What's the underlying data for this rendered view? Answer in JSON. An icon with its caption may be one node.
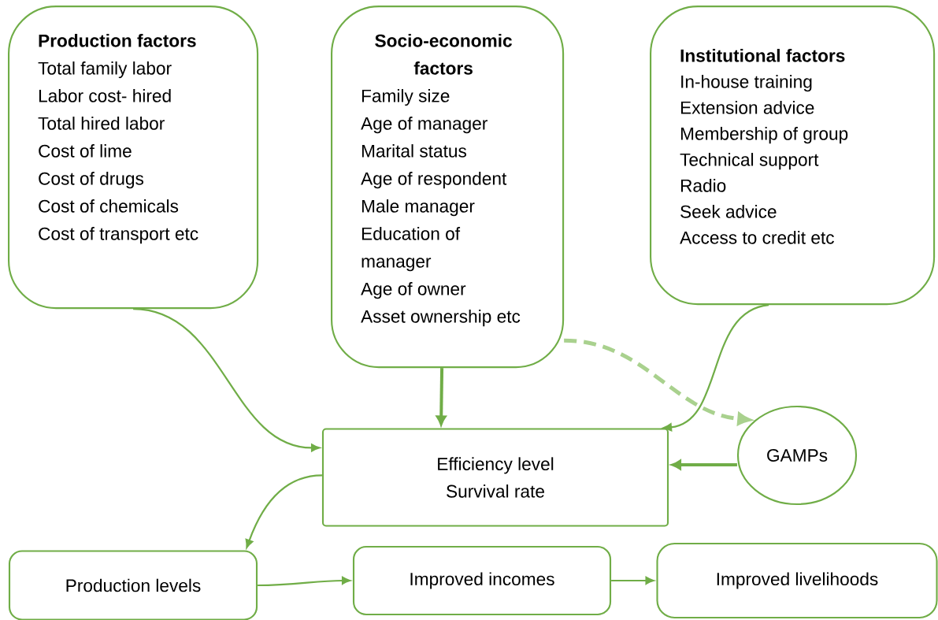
{
  "diagram": {
    "nodes": [
      {
        "text": [
          "Production factors",
          "Total family labor",
          "Labor cost- hired",
          "Total hired labor",
          "Cost of lime",
          "Cost of drugs",
          "Cost of chemicals",
          "Cost of transport etc"
        ]
      },
      {
        "text": [
          "Socio-economic factors",
          "Family size",
          "Age of manager",
          "Marital status",
          "Age of respondent",
          "Male manager",
          "Education of manager",
          "Age of owner",
          "Asset ownership etc"
        ]
      },
      {
        "text": [
          "Institutional factors",
          "In-house training",
          "Extension advice",
          "Membership of group",
          "Technical support",
          "Radio",
          "Seek advice",
          "Access to credit etc"
        ]
      },
      {
        "text": [
          "Efficiency level",
          "Survival rate"
        ]
      },
      {
        "text": [
          "GAMPs"
        ]
      },
      {
        "text": [
          "Production levels"
        ]
      },
      {
        "text": [
          "Improved incomes"
        ]
      },
      {
        "text": [
          "Improved livelihoods"
        ]
      }
    ],
    "edges": [
      {
        "from": 0,
        "to": 3,
        "arrow": "to"
      },
      {
        "from": 1,
        "to": 3,
        "arrow": "to",
        "style": "thick"
      },
      {
        "from": 1,
        "to": 4,
        "arrow": "to",
        "style": "dashed",
        "color": "#a9d18e"
      },
      {
        "from": 2,
        "to": 3,
        "arrow": "to"
      },
      {
        "from": 4,
        "to": 3,
        "arrow": "to",
        "style": "thick"
      },
      {
        "from": 3,
        "to": 5,
        "arrow": "to"
      },
      {
        "from": 5,
        "to": 6,
        "arrow": "to"
      },
      {
        "from": 6,
        "to": 7,
        "arrow": "to"
      }
    ]
  }
}
